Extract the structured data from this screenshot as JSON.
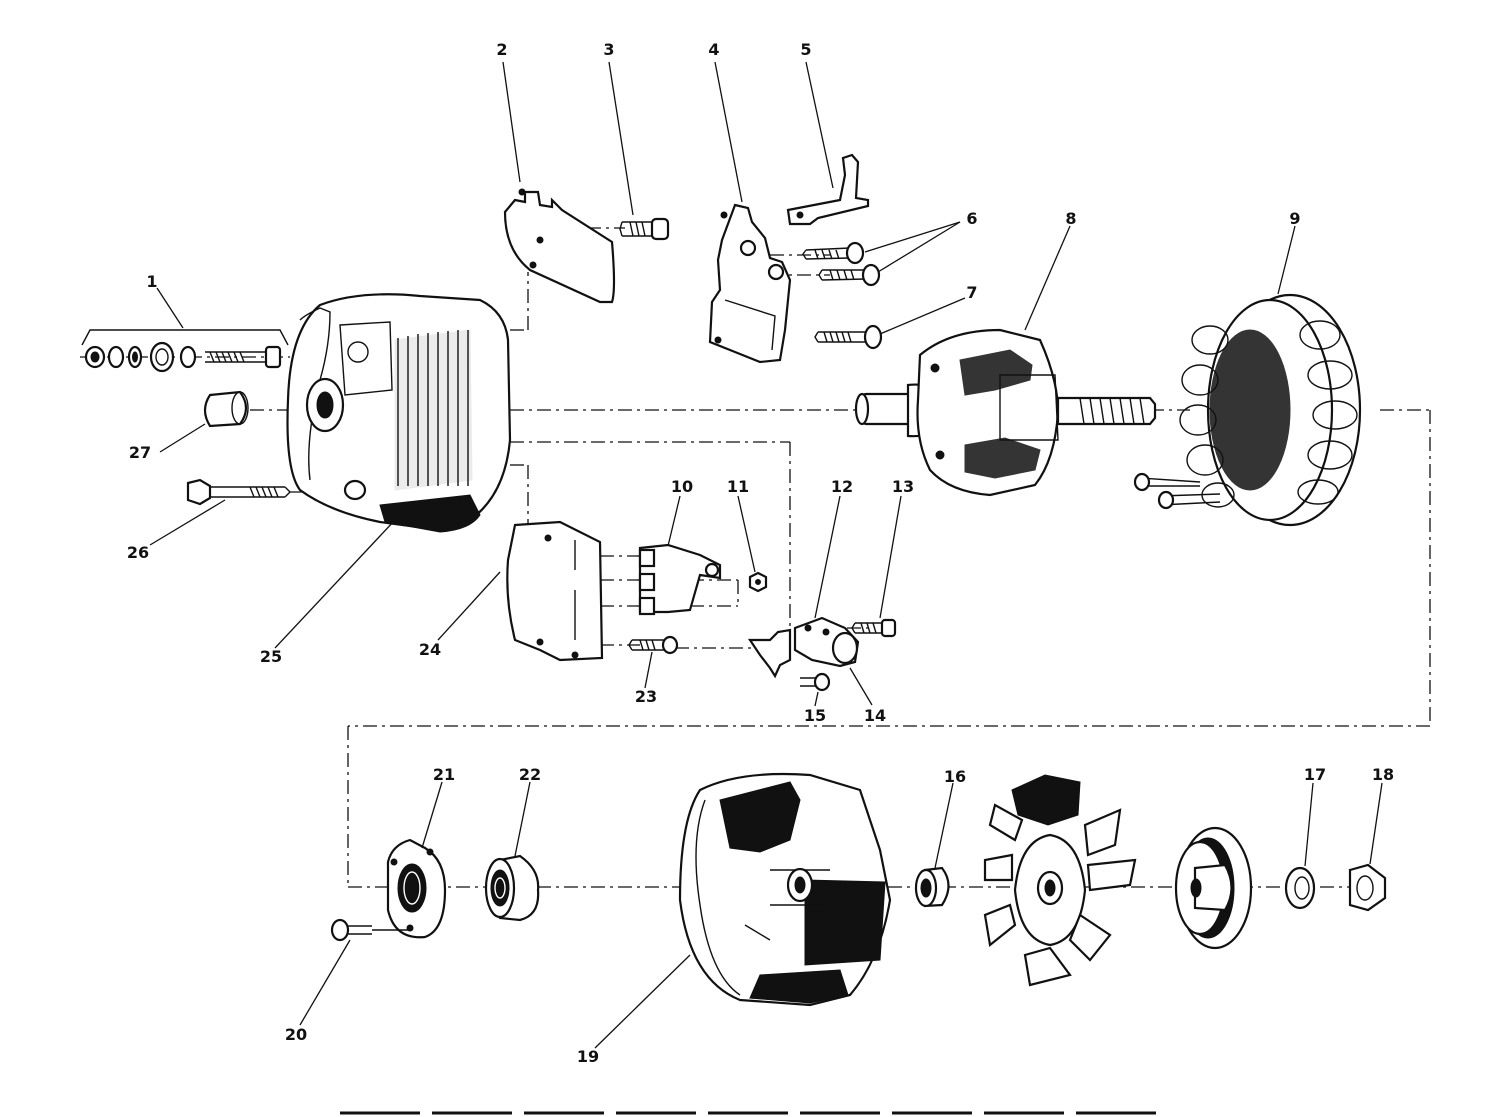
{
  "diagram": {
    "parts": [
      {
        "id": "1",
        "label": "1"
      },
      {
        "id": "2",
        "label": "2"
      },
      {
        "id": "3",
        "label": "3"
      },
      {
        "id": "4",
        "label": "4"
      },
      {
        "id": "5",
        "label": "5"
      },
      {
        "id": "6",
        "label": "6"
      },
      {
        "id": "7",
        "label": "7"
      },
      {
        "id": "8",
        "label": "8"
      },
      {
        "id": "9",
        "label": "9"
      },
      {
        "id": "10",
        "label": "10"
      },
      {
        "id": "11",
        "label": "11"
      },
      {
        "id": "12",
        "label": "12"
      },
      {
        "id": "13",
        "label": "13"
      },
      {
        "id": "14",
        "label": "14"
      },
      {
        "id": "15",
        "label": "15"
      },
      {
        "id": "16",
        "label": "16"
      },
      {
        "id": "17",
        "label": "17"
      },
      {
        "id": "18",
        "label": "18"
      },
      {
        "id": "19",
        "label": "19"
      },
      {
        "id": "20",
        "label": "20"
      },
      {
        "id": "21",
        "label": "21"
      },
      {
        "id": "22",
        "label": "22"
      },
      {
        "id": "23",
        "label": "23"
      },
      {
        "id": "24",
        "label": "24"
      },
      {
        "id": "25",
        "label": "25"
      },
      {
        "id": "26",
        "label": "26"
      },
      {
        "id": "27",
        "label": "27"
      }
    ]
  }
}
